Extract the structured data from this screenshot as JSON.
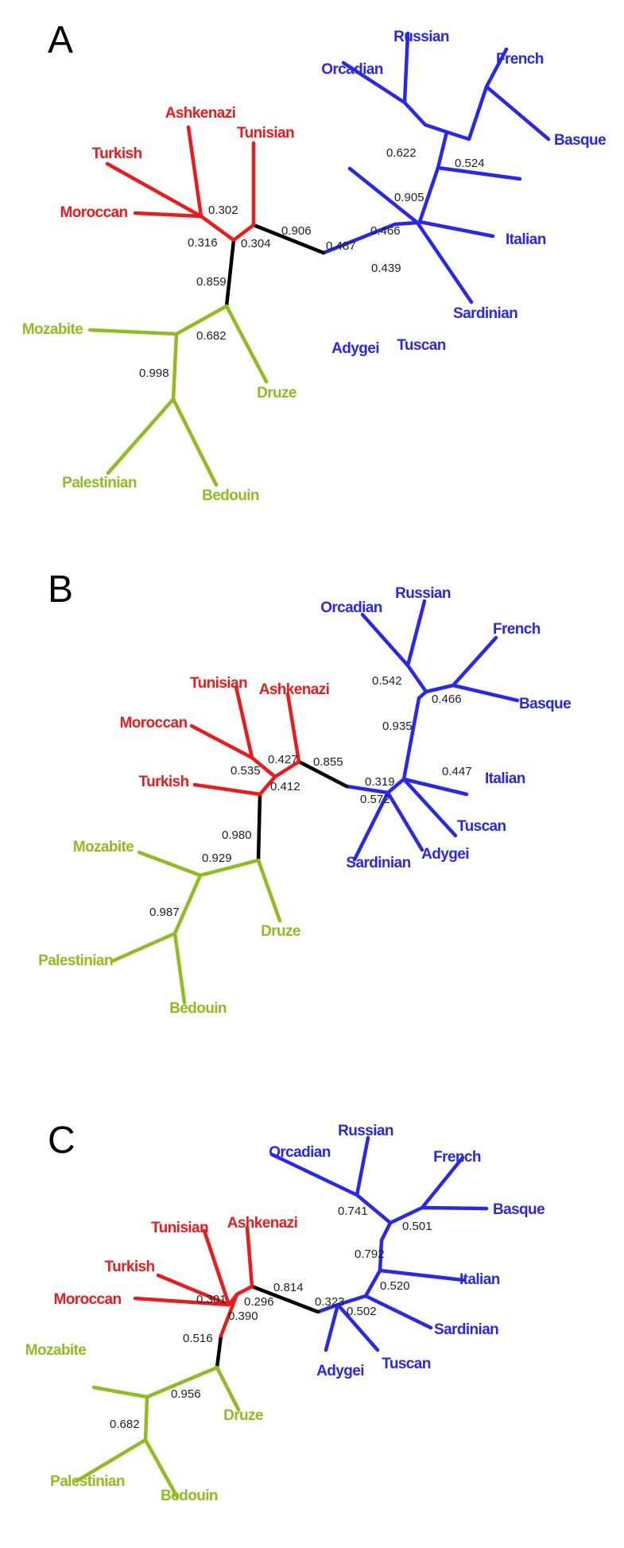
{
  "colors": {
    "european": "#2727f0",
    "middle_eastern": "#ee1a1a",
    "levantine_nafrican": "#8fbc1e",
    "backbone": "#000000"
  },
  "panels": [
    {
      "letter": "A",
      "taxa": [
        "Russian",
        "Orcadian",
        "French",
        "Basque",
        "Italian",
        "Sardinian",
        "Tuscan",
        "Adygei",
        "Ashkenazi",
        "Tunisian",
        "Turkish",
        "Moroccan",
        "Mozabite",
        "Druze",
        "Palestinian",
        "Bedouin"
      ],
      "supports": [
        "0.622",
        "0.524",
        "0.905",
        "0.466",
        "0.439",
        "0.487",
        "0.906",
        "0.302",
        "0.316",
        "0.304",
        "0.859",
        "0.682",
        "0.998"
      ]
    },
    {
      "letter": "B",
      "taxa": [
        "Orcadian",
        "Russian",
        "French",
        "Basque",
        "Italian",
        "Tuscan",
        "Adygei",
        "Sardinian",
        "Tunisian",
        "Ashkenazi",
        "Moroccan",
        "Turkish",
        "Mozabite",
        "Druze",
        "Palestinian",
        "Bedouin"
      ],
      "supports": [
        "0.542",
        "0.466",
        "0.935",
        "0.447",
        "0.319",
        "0.572",
        "0.855",
        "0.427",
        "0.535",
        "0.412",
        "0.980",
        "0.929",
        "0.987"
      ]
    },
    {
      "letter": "C",
      "taxa": [
        "Russian",
        "Orcadian",
        "French",
        "Basque",
        "Italian",
        "Sardinian",
        "Tuscan",
        "Adygei",
        "Tunisian",
        "Ashkenazi",
        "Turkish",
        "Moroccan",
        "Mozabite",
        "Druze",
        "Palestinian",
        "Bedouin"
      ],
      "supports": [
        "0.741",
        "0.501",
        "0.792",
        "0.520",
        "0.502",
        "0.323",
        "0.814",
        "0.301",
        "0.296",
        "0.390",
        "0.516",
        "0.956",
        "0.682"
      ]
    }
  ]
}
